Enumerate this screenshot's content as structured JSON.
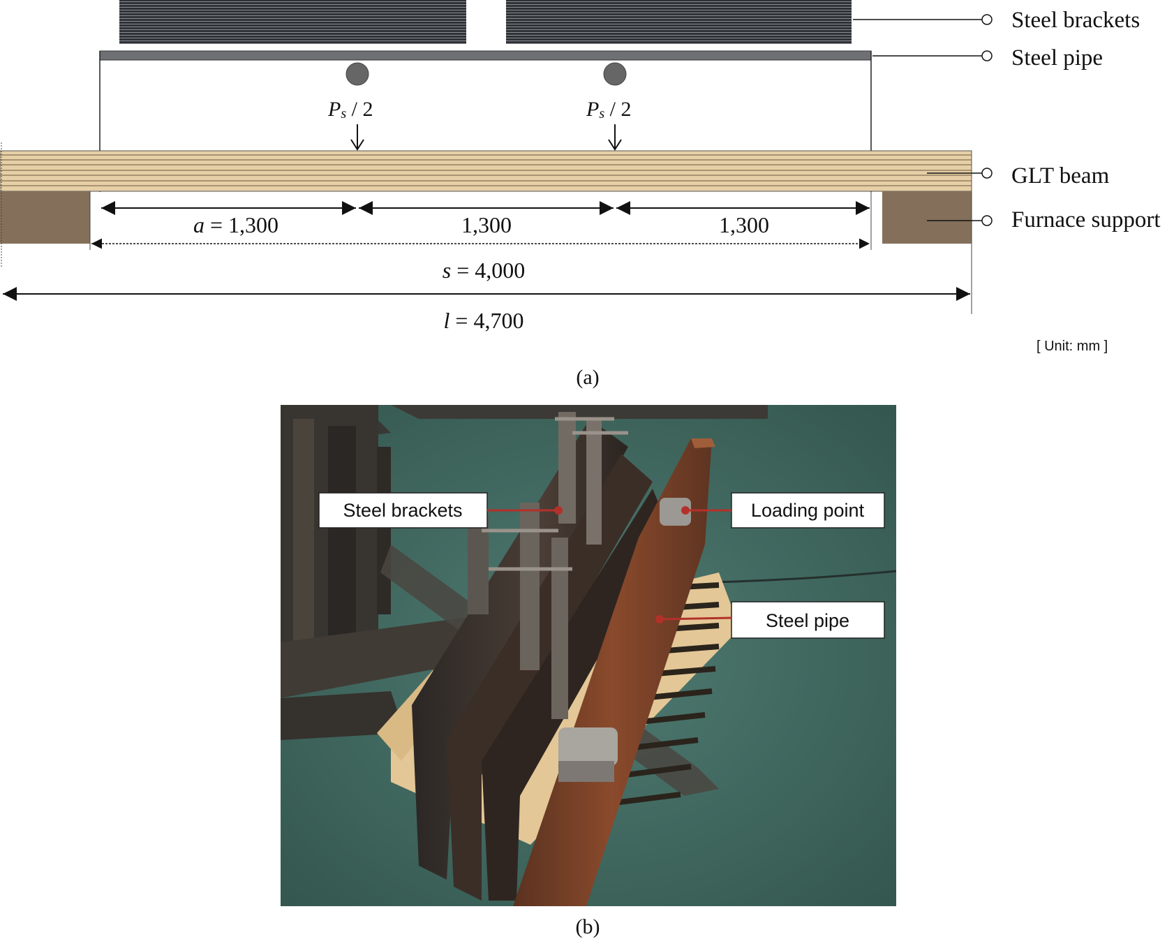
{
  "panel_a": {
    "labels": {
      "steel_brackets": "Steel brackets",
      "steel_pipe": "Steel pipe",
      "glt_beam": "GLT beam",
      "furnace_support": "Furnace support"
    },
    "loads": [
      {
        "symbol": "P",
        "subscript": "s",
        "suffix": " / 2"
      },
      {
        "symbol": "P",
        "subscript": "s",
        "suffix": " / 2"
      }
    ],
    "dimensions": {
      "a_var": "a",
      "a_value": " = 1,300",
      "mid_span": "1,300",
      "right_span": "1,300",
      "s_var": "s",
      "s_value": " = 4,000",
      "l_var": "l",
      "l_value": " = 4,700"
    },
    "unit_note": "[ Unit: mm ]",
    "caption": "(a)"
  },
  "panel_b": {
    "callouts": {
      "steel_brackets": "Steel brackets",
      "loading_point": "Loading point",
      "steel_pipe": "Steel pipe"
    },
    "caption": "(b)"
  },
  "colors": {
    "bracket": "#3a3d42",
    "pipe": "#6e7074",
    "glt": "#e6cfa6",
    "furnace": "#84705a",
    "callout_line": "#b3312a",
    "floor": "#3f6b62"
  }
}
